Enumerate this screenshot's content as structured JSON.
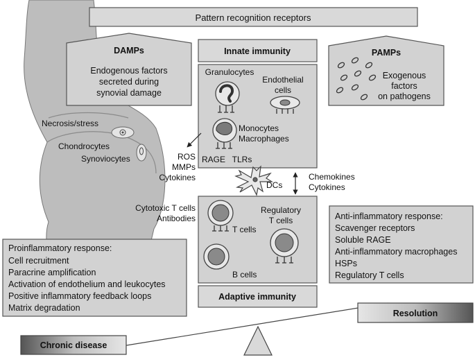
{
  "banner": "Pattern recognition receptors",
  "damps": {
    "title": "DAMPs",
    "lines": [
      "Endogenous factors",
      "secreted during",
      "synovial damage"
    ]
  },
  "pamps": {
    "title": "PAMPs",
    "lines": [
      "Exogenous",
      "factors",
      "on pathogens"
    ]
  },
  "innate": {
    "title": "Innate immunity",
    "granulocytes": "Granulocytes",
    "endothelial": [
      "Endothelial",
      "cells"
    ],
    "monocytes": [
      "Monocytes",
      "Macrophages"
    ],
    "rage": "RAGE",
    "tlrs": "TLRs"
  },
  "joint": {
    "necrosis": "Necrosis/stress",
    "chondrocytes": "Chondrocytes",
    "synoviocytes": "Synoviocytes"
  },
  "mediators": [
    "ROS",
    "MMPs",
    "Cytokines"
  ],
  "dcs": "DCs",
  "chemokines": [
    "Chemokines",
    "Cytokines"
  ],
  "effectors": [
    "Cytotoxic T cells",
    "Antibodies"
  ],
  "adaptive": {
    "title": "Adaptive immunity",
    "t_cells": "T cells",
    "b_cells": "B cells",
    "regulatory": [
      "Regulatory",
      "T cells"
    ]
  },
  "proinflammatory": {
    "title": "Proinflammatory response:",
    "items": [
      "Cell recruitment",
      "Paracrine amplification",
      "Activation of endothelium and leukocytes",
      "Positive inflammatory feedback loops",
      "Matrix degradation"
    ]
  },
  "antiinflammatory": {
    "title": "Anti-inflammatory response:",
    "items": [
      "Scavenger receptors",
      "Soluble RAGE",
      "Anti-inflammatory macrophages",
      "HSPs",
      "Regulatory T cells"
    ]
  },
  "resolution": "Resolution",
  "chronic": "Chronic disease"
}
